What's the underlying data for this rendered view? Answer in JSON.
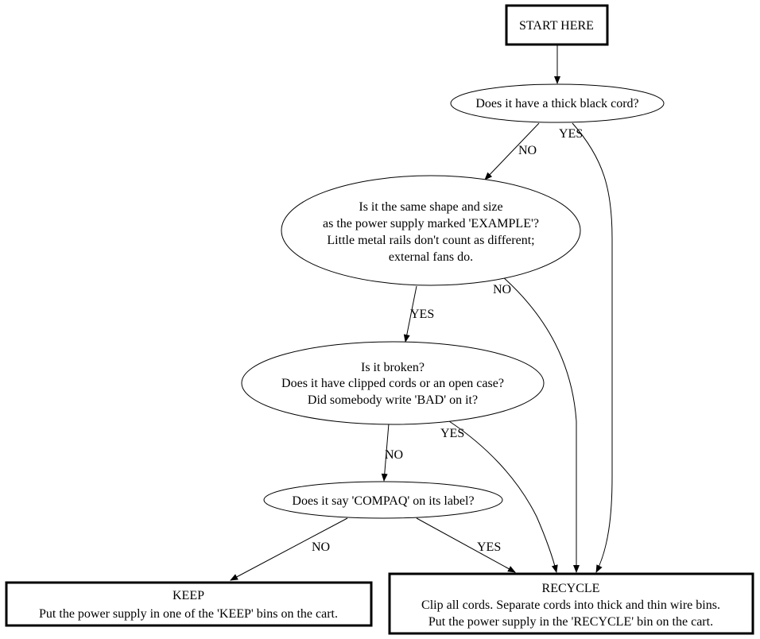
{
  "diagram": {
    "type": "flowchart",
    "nodes": {
      "start": {
        "lines": [
          "START HERE"
        ]
      },
      "q_cord": {
        "lines": [
          "Does it have a thick black cord?"
        ]
      },
      "q_shape": {
        "lines": [
          "Is it the same shape and size",
          "as the power supply marked 'EXAMPLE'?",
          "Little metal rails don't count as different;",
          "external fans do."
        ]
      },
      "q_broken": {
        "lines": [
          "Is it broken?",
          "Does it have clipped cords or an open case?",
          "Did somebody write 'BAD' on it?"
        ]
      },
      "q_compaq": {
        "lines": [
          "Does it say 'COMPAQ' on its label?"
        ]
      },
      "keep": {
        "lines": [
          "KEEP",
          "Put the power supply in one of the 'KEEP' bins on the cart."
        ]
      },
      "recycle": {
        "lines": [
          "RECYCLE",
          "Clip all cords. Separate cords into thick and thin wire bins.",
          "Put the power supply in the 'RECYCLE' bin on the cart."
        ]
      }
    },
    "edges": [
      {
        "from": "start",
        "to": "q_cord",
        "label": ""
      },
      {
        "from": "q_cord",
        "to": "q_shape",
        "label": "NO"
      },
      {
        "from": "q_cord",
        "to": "recycle",
        "label": "YES"
      },
      {
        "from": "q_shape",
        "to": "q_broken",
        "label": "YES"
      },
      {
        "from": "q_shape",
        "to": "recycle",
        "label": "NO"
      },
      {
        "from": "q_broken",
        "to": "q_compaq",
        "label": "NO"
      },
      {
        "from": "q_broken",
        "to": "recycle",
        "label": "YES"
      },
      {
        "from": "q_compaq",
        "to": "keep",
        "label": "NO"
      },
      {
        "from": "q_compaq",
        "to": "recycle",
        "label": "YES"
      }
    ]
  }
}
